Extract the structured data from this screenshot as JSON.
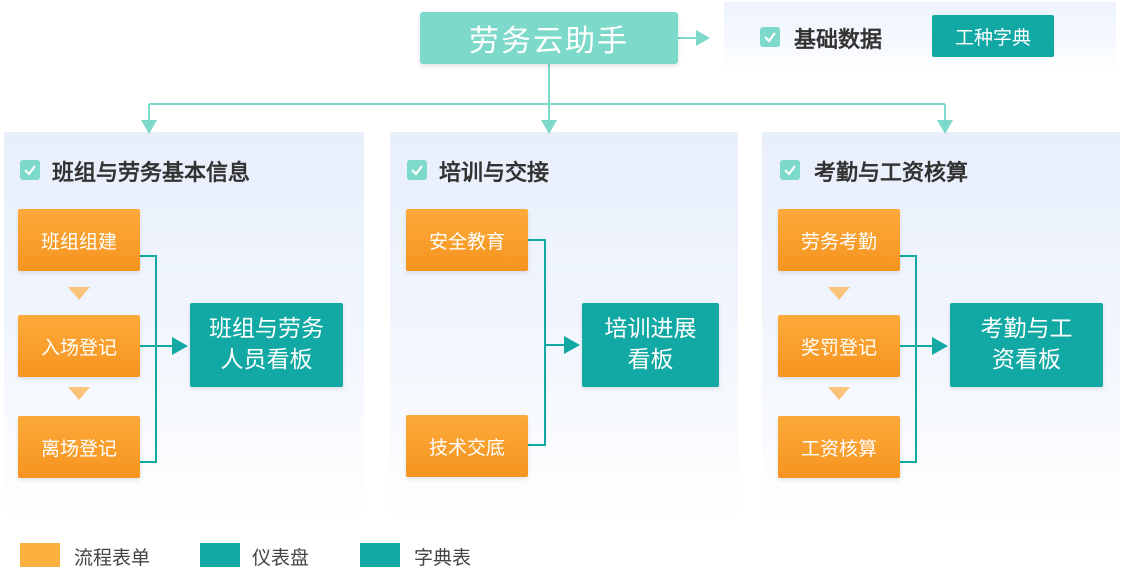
{
  "root": {
    "label": "劳务云助手"
  },
  "base_data": {
    "title": "基础数据",
    "dict_button": "工种字典"
  },
  "sections": [
    {
      "title": "班组与劳务基本信息",
      "steps": [
        "班组组建",
        "入场登记",
        "离场登记"
      ],
      "dashboard": [
        "班组与劳务",
        "人员看板"
      ]
    },
    {
      "title": "培训与交接",
      "steps": [
        "安全教育",
        "技术交底"
      ],
      "dashboard": [
        "培训进展",
        "看板"
      ]
    },
    {
      "title": "考勤与工资核算",
      "steps": [
        "劳务考勤",
        "奖罚登记",
        "工资核算"
      ],
      "dashboard": [
        "考勤与工",
        "资看板"
      ]
    }
  ],
  "legend": [
    {
      "label": "流程表单",
      "color": "#fbb040"
    },
    {
      "label": "仪表盘",
      "color": "#12a8a3"
    },
    {
      "label": "字典表",
      "color": "#12a8a3"
    }
  ],
  "colors": {
    "root": "#7dd9ca",
    "form": "#f69420",
    "dashboard": "#12a8a3",
    "connector": "#7dd9ca",
    "panel": "#e8effb"
  }
}
